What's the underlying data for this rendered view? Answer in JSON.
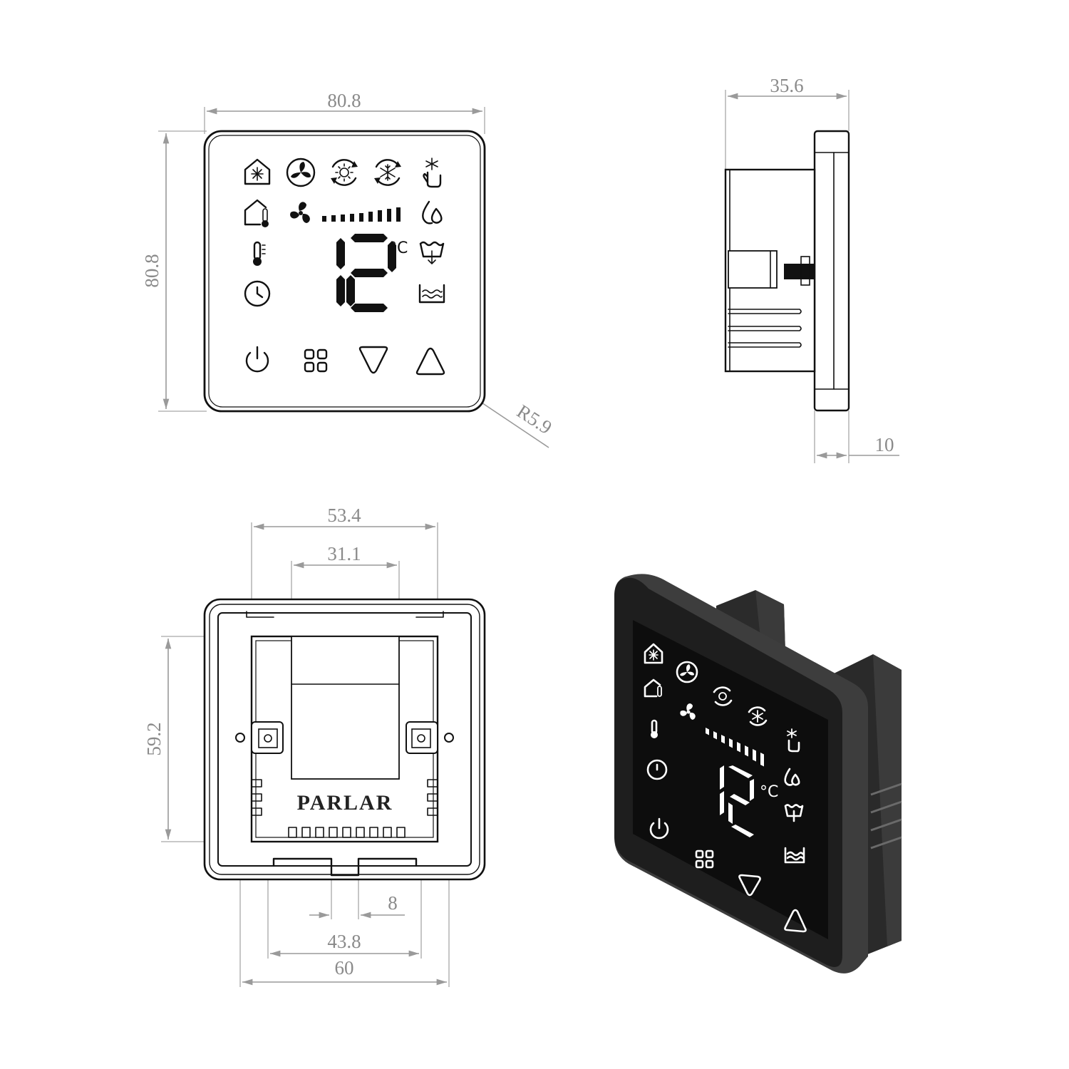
{
  "dimensions": {
    "front_width": "80.8",
    "front_height": "80.8",
    "corner_radius": "R5.9",
    "side_depth": "35.6",
    "side_frame": "10",
    "back_inner_width": "53.4",
    "back_module_width": "31.1",
    "back_inner_height": "59.2",
    "back_notch_width": "8",
    "back_hole_spacing": "43.8",
    "back_mount_spacing": "60"
  },
  "display": {
    "temperature": "12",
    "unit": "°C"
  },
  "brand": "PARLAR",
  "icons": {
    "row1": [
      "house-snowflake-icon",
      "fan-circle-icon",
      "sun-cycle-icon",
      "snowflake-cycle-icon",
      "snowflake-hand-icon"
    ],
    "row2": [
      "house-thermometer-icon",
      "fan-icon",
      "fan-speed-bar-icon",
      "water-drops-icon"
    ],
    "row3": [
      "thermometer-icon",
      "heating-drain-icon"
    ],
    "row4": [
      "clock-icon",
      "water-level-icon"
    ],
    "buttons": [
      "power-button",
      "menu-button",
      "down-button",
      "up-button"
    ]
  },
  "colors": {
    "line": "#111111",
    "dimension": "#9a9a9a",
    "device_body": "#1e1e1e"
  }
}
